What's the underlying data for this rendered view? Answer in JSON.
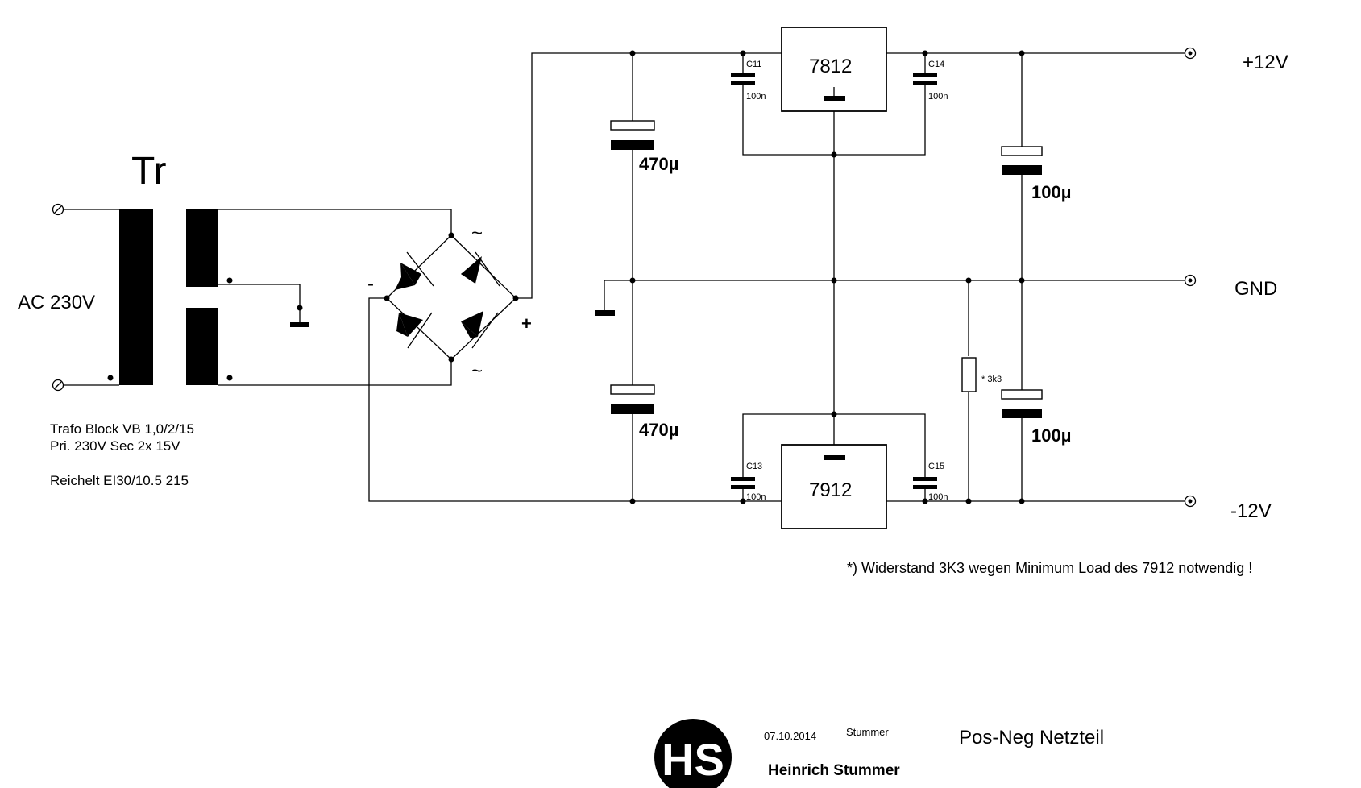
{
  "transformer": {
    "ref": "Tr",
    "input": "AC 230V",
    "spec_line1": "Trafo Block  VB 1,0/2/15",
    "spec_line2": "Pri. 230V  Sec 2x 15V",
    "spec_line3": "Reichelt EI30/10.5 215"
  },
  "bridge": {
    "ac_symbol_top": "~",
    "ac_symbol_bottom": "~",
    "minus": "-",
    "plus": "+"
  },
  "capacitors": {
    "bulk_top": "470µ",
    "bulk_bottom": "470µ",
    "out_top": "100µ",
    "out_bottom": "100µ",
    "c11": {
      "name": "C11",
      "value": "100n"
    },
    "c14": {
      "name": "C14",
      "value": "100n"
    },
    "c13": {
      "name": "C13",
      "value": "100n"
    },
    "c15": {
      "name": "C15",
      "value": "100n"
    }
  },
  "regulators": {
    "positive": "7812",
    "negative": "7912"
  },
  "resistor": {
    "label": "* 3k3"
  },
  "outputs": {
    "plus12": "+12V",
    "gnd": "GND",
    "minus12": "-12V"
  },
  "note": "*) Widerstand 3K3 wegen Minimum Load des 7912 notwendig !",
  "title_block": {
    "logo_text": "HS",
    "date": "07.10.2014",
    "drawn_by": "Stummer",
    "author": "Heinrich Stummer",
    "title": "Pos-Neg Netzteil"
  }
}
